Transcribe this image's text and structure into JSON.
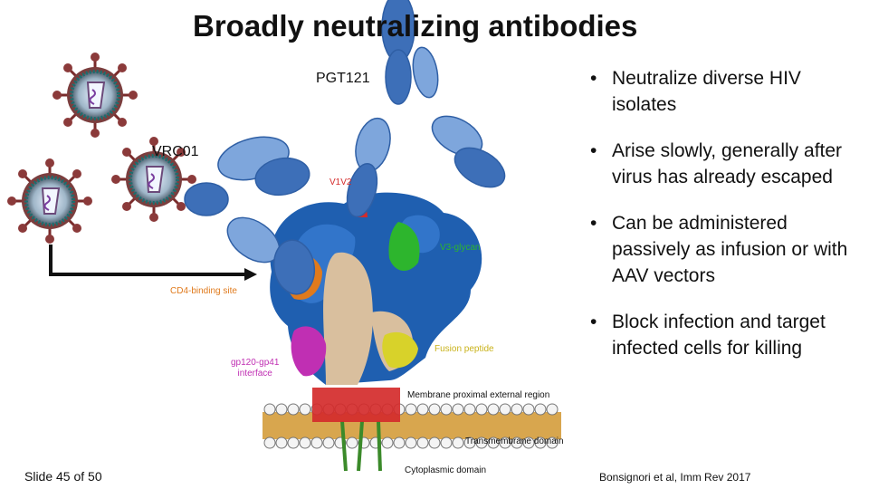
{
  "slide": {
    "title": "Broadly neutralizing antibodies",
    "antibody_labels": {
      "pgt121": "PGT121",
      "vrc01": "VRC01"
    },
    "bullets": [
      "Neutralize diverse HIV isolates",
      "Arise slowly, generally after virus has already escaped",
      "Can be administered passively as infusion or with AAV vectors",
      "Block infection and target infected cells for killing"
    ],
    "molecule_labels": {
      "v1v2": "V1V2",
      "v3_glycan": "V3-glycan",
      "cd4_binding_site": "CD4-binding site",
      "fusion_peptide": "Fusion peptide",
      "gp120_gp41_interface": "gp120-gp41\ninterface",
      "mper": "Membrane proximal external region",
      "transmembrane": "Transmembrane domain",
      "cytoplasmic": "Cytoplasmic domain"
    },
    "slide_number": "Slide 45 of 50",
    "citation": "Bonsignori et al, Imm Rev 2017"
  },
  "colors": {
    "antibody_light": "#7ea6dc",
    "antibody_dark": "#3d6fb8",
    "env_blue": "#1f5fb0",
    "env_orange": "#e07a1c",
    "env_green": "#2db52d",
    "env_magenta": "#c02fb3",
    "env_tan": "#d9bf9e",
    "env_yellow": "#d8d22a",
    "mper_red": "#d42b2b",
    "label_orange": "#e07a1c",
    "label_magenta": "#c02fb3"
  }
}
